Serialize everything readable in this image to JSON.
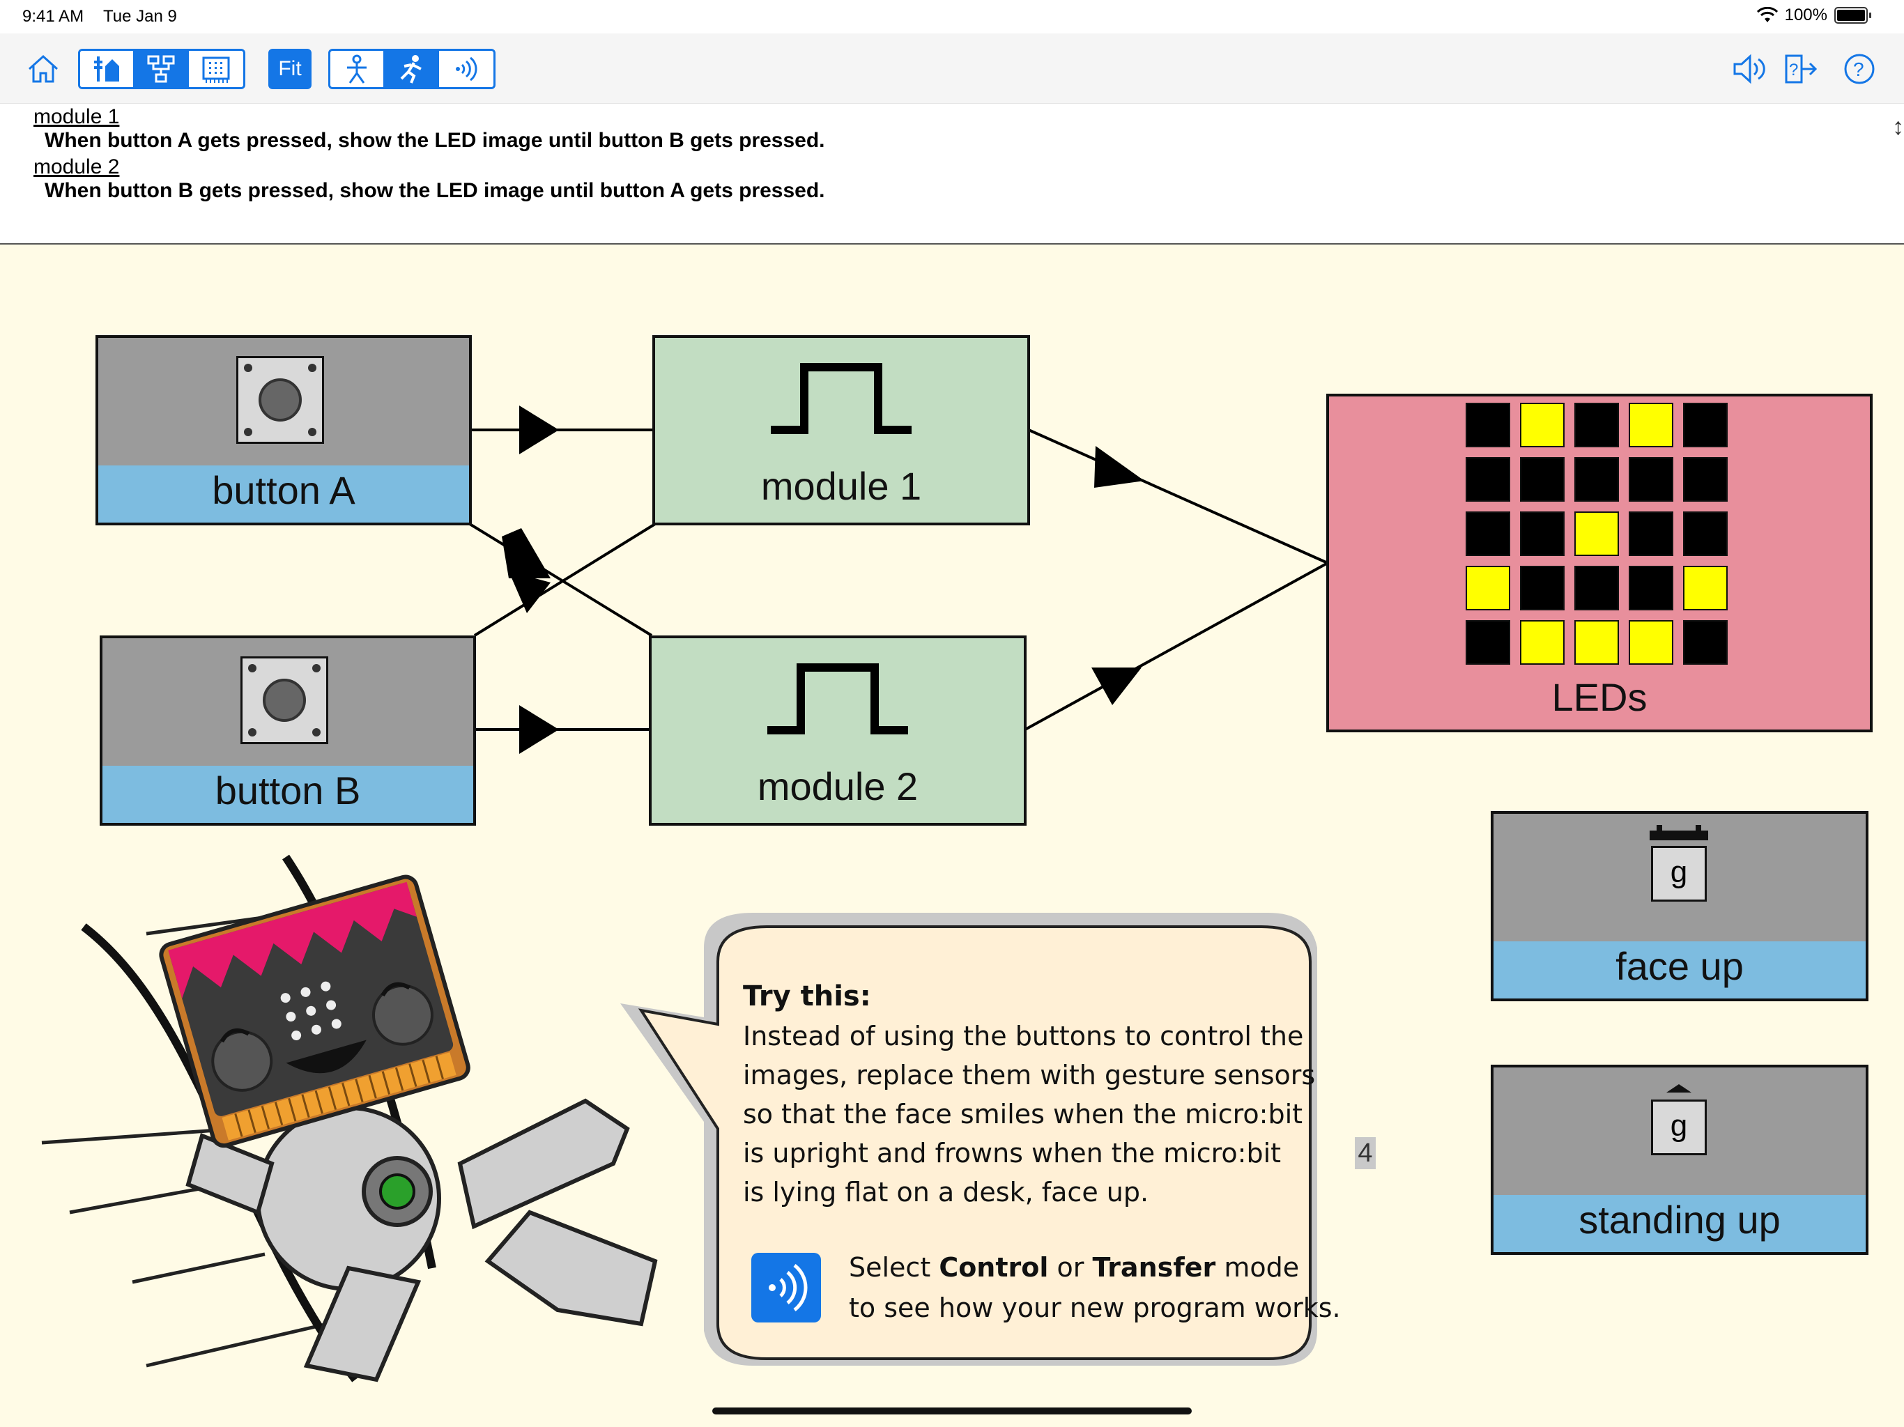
{
  "status_bar": {
    "time": "9:41 AM",
    "date": "Tue Jan 9",
    "battery": "100%"
  },
  "toolbar": {
    "home_icon": "home-icon",
    "fit_label": "Fit",
    "view_group_icons": [
      "blocks-view-icon",
      "diagram-view-icon",
      "microbit-view-icon"
    ],
    "mode_group_icons": [
      "edit-mode-icon",
      "control-mode-icon",
      "transfer-mode-icon"
    ],
    "right_icons": [
      "speaker-icon",
      "exit-help-icon",
      "help-icon"
    ],
    "active_mode": "control",
    "accent": "#1476e6"
  },
  "text_panel": {
    "entries": [
      {
        "heading": "module 1",
        "text": "When button A gets pressed, show the LED image until button B gets pressed."
      },
      {
        "heading": "module 2",
        "text": "When button B gets pressed, show the LED image until button A gets pressed."
      }
    ]
  },
  "diagram": {
    "inputs": [
      {
        "label": "button A"
      },
      {
        "label": "button B"
      }
    ],
    "modules": [
      {
        "label": "module 1"
      },
      {
        "label": "module 2"
      }
    ],
    "output": {
      "label": "LEDs",
      "leds": [
        [
          0,
          1,
          0,
          1,
          0
        ],
        [
          0,
          0,
          0,
          0,
          0
        ],
        [
          0,
          0,
          1,
          0,
          0
        ],
        [
          1,
          0,
          0,
          0,
          1
        ],
        [
          0,
          1,
          1,
          1,
          0
        ]
      ]
    },
    "gestures": [
      {
        "label": "face up",
        "symbol": "g"
      },
      {
        "label": "standing up",
        "symbol": "g"
      }
    ],
    "colors": {
      "input": "#9b9b9b",
      "input_band": "#7dbce0",
      "module": "#c2ddc2",
      "output": "#e88f9c",
      "led_on": "#ffff00",
      "canvas": "#fffbe6"
    }
  },
  "callout": {
    "title": "Try this:",
    "lines": [
      "Instead of using the buttons to control the",
      "images, replace them with gesture sensors",
      "so that the face smiles when the micro:bit",
      "is upright and frowns when the micro:bit",
      "is lying flat on a desk, face up."
    ],
    "hint_prefix": "Select ",
    "hint_control": "Control",
    "hint_middle": " or ",
    "hint_transfer": "Transfer",
    "hint_suffix": " mode",
    "hint_line2": "to see how your new program works.",
    "page_number": "4"
  }
}
